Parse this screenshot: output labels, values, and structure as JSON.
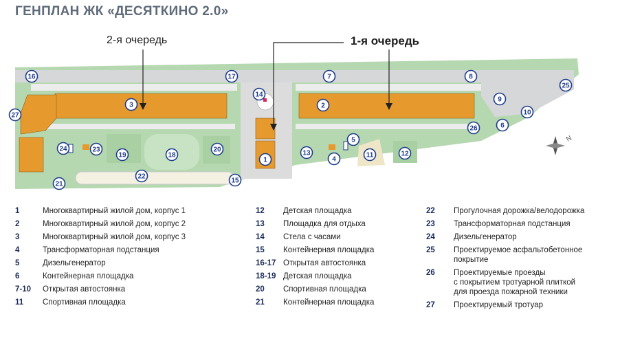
{
  "title": "ГЕНПЛАН ЖК «ДЕСЯТКИНО 2.0»",
  "queues": {
    "second": "2-я очередь",
    "first": "1-я очередь"
  },
  "colors": {
    "building": "#e69a2e",
    "grass": "#b5d8b0",
    "road": "#d9dadb",
    "marker": "#1f3d8c",
    "compass": "#555555"
  },
  "markers": [
    "1",
    "2",
    "3",
    "4",
    "5",
    "6",
    "7",
    "8",
    "9",
    "10",
    "11",
    "12",
    "13",
    "14",
    "15",
    "16",
    "17",
    "18",
    "19",
    "20",
    "21",
    "22",
    "23",
    "24",
    "25",
    "26",
    "27"
  ],
  "legend": {
    "col1": [
      {
        "num": "1",
        "text": "Многоквартирный жилой дом, корпус 1"
      },
      {
        "num": "2",
        "text": "Многоквартирный жилой дом, корпус 2"
      },
      {
        "num": "3",
        "text": "Многоквартирный жилой дом, корпус 3"
      },
      {
        "num": "4",
        "text": "Трансформаторная подстанция"
      },
      {
        "num": "5",
        "text": "Дизельгенератор"
      },
      {
        "num": "6",
        "text": "Контейнерная площадка"
      },
      {
        "num": "7-10",
        "text": "Открытая автостоянка"
      },
      {
        "num": "11",
        "text": "Спортивная площадка"
      }
    ],
    "col2": [
      {
        "num": "12",
        "text": "Детская площадка"
      },
      {
        "num": "13",
        "text": "Площадка для отдыха"
      },
      {
        "num": "14",
        "text": "Стела с часами"
      },
      {
        "num": "15",
        "text": "Контейнерная площадка"
      },
      {
        "num": "16-17",
        "text": "Открытая автостоянка"
      },
      {
        "num": "18-19",
        "text": "Детская площадка"
      },
      {
        "num": "20",
        "text": "Спортивная площадка"
      },
      {
        "num": "21",
        "text": "Контейнерная площадка"
      }
    ],
    "col3": [
      {
        "num": "22",
        "text": "Прогулочная дорожка/велодорожка"
      },
      {
        "num": "23",
        "text": "Трансформаторная подстанция"
      },
      {
        "num": "24",
        "text": "Дизельгенератор"
      },
      {
        "num": "25",
        "text": "Проектируемое асфальтобетонное\nпокрытие"
      },
      {
        "num": "26",
        "text": "Проектируемые проезды\nс покрытием тротуарной плиткой\nдля проезда пожарной техники"
      },
      {
        "num": "27",
        "text": "Проектируемый тротуар"
      }
    ]
  }
}
